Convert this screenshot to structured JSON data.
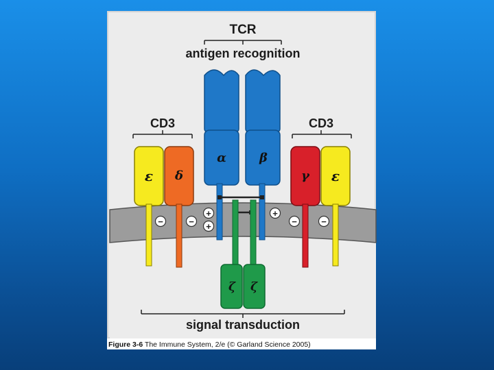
{
  "top_label": "TCR",
  "subtitle": "antigen recognition",
  "cd3_left_label": "CD3",
  "cd3_right_label": "CD3",
  "bottom_label": "signal transduction",
  "chains": {
    "epsilon_left": "ε",
    "delta": "δ",
    "alpha": "α",
    "beta": "β",
    "gamma": "γ",
    "epsilon_right": "ε",
    "zeta_left": "ζ",
    "zeta_right": "ζ"
  },
  "charges": {
    "plus": "+",
    "minus": "−"
  },
  "caption": {
    "figure_number": "Figure 3-6",
    "text": " The Immune System, 2/e (© Garland Science 2005)"
  },
  "colors": {
    "background_top": "#1a8fe8",
    "background_bottom": "#083f7a",
    "alpha_beta": "#1f78c8",
    "epsilon": "#f6ea1f",
    "delta": "#ee6a24",
    "gamma": "#d8202a",
    "zeta": "#1f9a4a",
    "membrane": "#9a9a9a"
  }
}
